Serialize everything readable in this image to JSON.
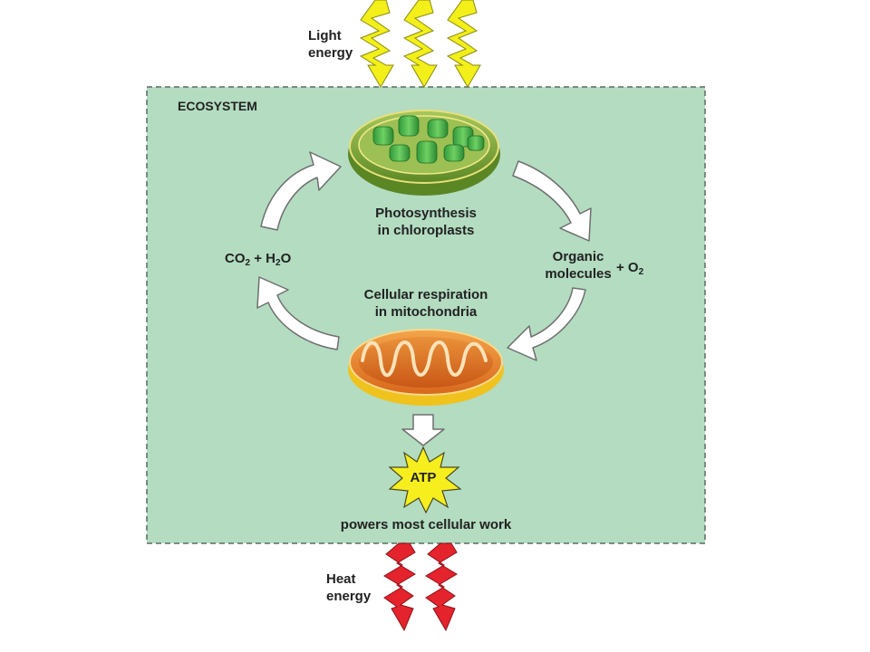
{
  "diagram": {
    "light_energy": {
      "line1": "Light",
      "line2": "energy"
    },
    "ecosystem_label": "ECOSYSTEM",
    "photosynthesis": {
      "line1": "Photosynthesis",
      "line2": "in chloroplasts"
    },
    "respiration": {
      "line1": "Cellular respiration",
      "line2": "in mitochondria"
    },
    "inputs": {
      "co": "CO",
      "co_sub": "2",
      "plus_h": " + H",
      "h_sub": "2",
      "o": "O"
    },
    "outputs": {
      "line1": "Organic",
      "line2": "molecules",
      "plus_o": "+ O",
      "o_sub": "2"
    },
    "atp": "ATP",
    "atp_caption": "powers most cellular work",
    "heat_energy": {
      "line1": "Heat",
      "line2": "energy"
    },
    "colors": {
      "ecosystem_fill": "#b3dcc1",
      "light_bolt": "#f2ef1a",
      "heat_bolt": "#e5232d",
      "chloroplast": "#7aa63a",
      "mitochondrion": "#e8882a",
      "atp_burst": "#f7ee1e"
    }
  }
}
